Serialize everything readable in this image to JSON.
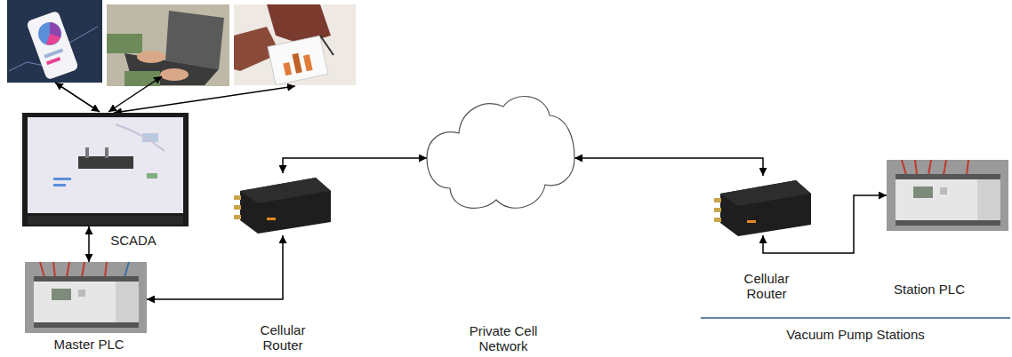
{
  "diagram": {
    "nodes": [
      {
        "text": [
          "SCADA"
        ]
      },
      {
        "text": [
          "Master PLC"
        ]
      },
      {
        "text": [
          "Cellular Router"
        ]
      },
      {
        "text": [
          "Private Cell Network"
        ]
      },
      {
        "text": [
          "Cellular Router"
        ]
      },
      {
        "text": [
          "Station PLC"
        ]
      }
    ],
    "edges": [
      {
        "from": 0,
        "to": 1,
        "arrow": "both"
      },
      {
        "from": 1,
        "to": 2,
        "arrow": "both"
      },
      {
        "from": 2,
        "to": 3,
        "arrow": "both"
      },
      {
        "from": 3,
        "to": 4,
        "arrow": "both"
      },
      {
        "from": 4,
        "to": 5,
        "arrow": "both"
      }
    ],
    "labels": [
      "Vacuum Pump Stations"
    ]
  }
}
